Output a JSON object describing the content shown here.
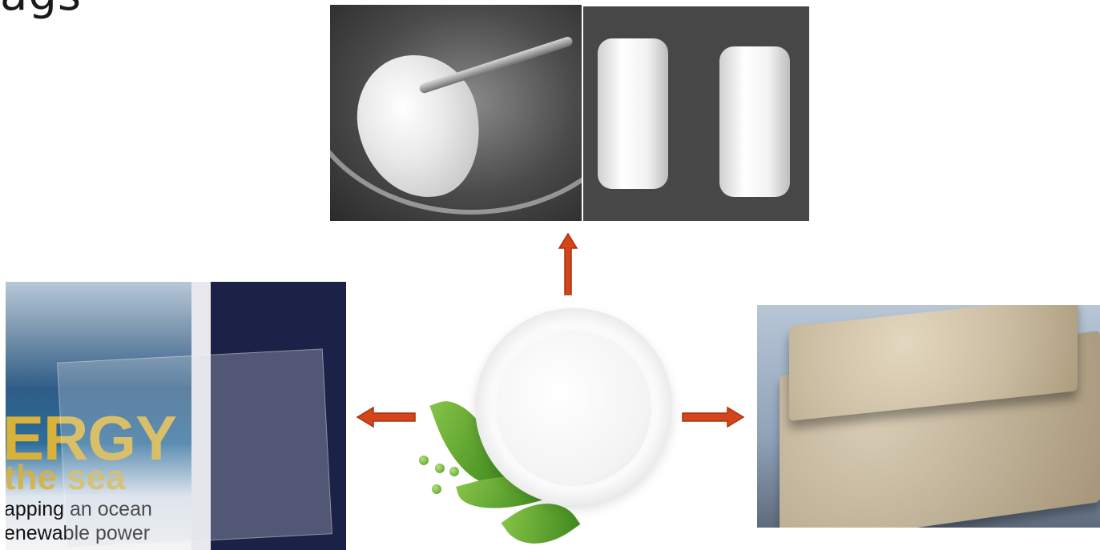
{
  "slide": {
    "title_fragment": "ags"
  },
  "magazine": {
    "headline": "ERGY",
    "subhead": "the sea",
    "line1": "apping an ocean",
    "line2": "enewable power"
  },
  "colors": {
    "arrow": "#d5451b",
    "arrow_outline": "#a8320f",
    "magazine_text": "#d8b23a"
  }
}
